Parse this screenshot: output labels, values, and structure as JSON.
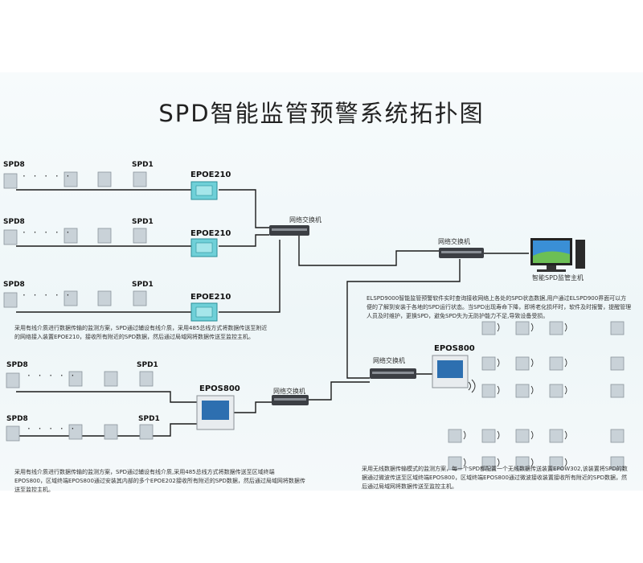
{
  "title": "SPD智能监管预警系统拓扑图",
  "labels": {
    "spd8": "SPD8",
    "spd1": "SPD1",
    "epoe210": "EPOE210",
    "epos800": "EPOS800",
    "switch": "网络交换机",
    "host": "智能SPD监管主机",
    "dots": "· · · · ·"
  },
  "paragraphs": {
    "p1": "采用有线介质进行数据传输的监测方案，SPD通过辅设有线介质，采用485总线方式将数据传送至附近的网络接入装置EPOE210，接收所有附近的SPD数据，然后通过局域网将数据传送至监控主机。",
    "p2": "ELSPD9000智能监管预警软件实时查询接收网络上各处的SPD状态数据,用户通过ELSPD900界面可以方便的了解到安装于各地的SPD运行状态。当SPD出现寿命下降，即将老化损坏时，软件及时报警，提醒管理人员及时维护，更换SPD，避免SPD失为无防护能力不足,导致设备受损。",
    "p3": "采用有线介质进行数据传输的监测方案，SPD通过辅设有线介质,采用485总线方式将数据传送至区域终端EPOS800，区域终端EPOS800通过安装其内部的多个EPOE202接收所有附近的SPD数据，然后通过局域网将数据传送至监控主机。",
    "p4": "采用无线数据传输模式的监测方案，每一个SPD都配置一个无线数据传送装置EPOW302,该装置将SPD的数据通过微波传送至区域终端EPOS800，区域终端EPOS800通过微波接收装置接收所有附近的SPD数据，然后通过局域网将数据传送至监控主机。"
  },
  "colors": {
    "line": "#1b1b1b",
    "epoe": "#6fd0d8",
    "switch": "#3c3f44",
    "screen": "#2d6fb0"
  }
}
